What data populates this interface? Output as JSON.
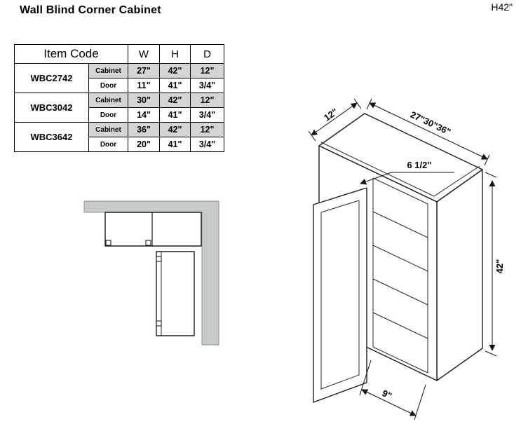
{
  "page": {
    "title": "Wall Blind Corner Cabinet",
    "corner_note": "H42\""
  },
  "colors": {
    "wall_fill": "#c7cbca",
    "cabinet_row_shade": "#d5d5d5",
    "line": "#1c1c1c"
  },
  "table": {
    "headers": {
      "item_code": "Item Code",
      "w": "W",
      "h": "H",
      "d": "D"
    },
    "rows": [
      {
        "code": "WBC2742",
        "cabinet": {
          "label": "Cabinet",
          "w": "27\"",
          "h": "42\"",
          "d": "12\""
        },
        "door": {
          "label": "Door",
          "w": "11\"",
          "h": "41\"",
          "d": "3/4\""
        }
      },
      {
        "code": "WBC3042",
        "cabinet": {
          "label": "Cabinet",
          "w": "30\"",
          "h": "42\"",
          "d": "12\""
        },
        "door": {
          "label": "Door",
          "w": "14\"",
          "h": "41\"",
          "d": "3/4\""
        }
      },
      {
        "code": "WBC3642",
        "cabinet": {
          "label": "Cabinet",
          "w": "36\"",
          "h": "42\"",
          "d": "12\""
        },
        "door": {
          "label": "Door",
          "w": "20\"",
          "h": "41\"",
          "d": "3/4\""
        }
      }
    ]
  },
  "diagram": {
    "labels": {
      "depth": "12\"",
      "width_options": "27\"30\"36\"",
      "blind_panel": "6 1/2\"",
      "height": "42\"",
      "door_opening": "9\""
    }
  }
}
